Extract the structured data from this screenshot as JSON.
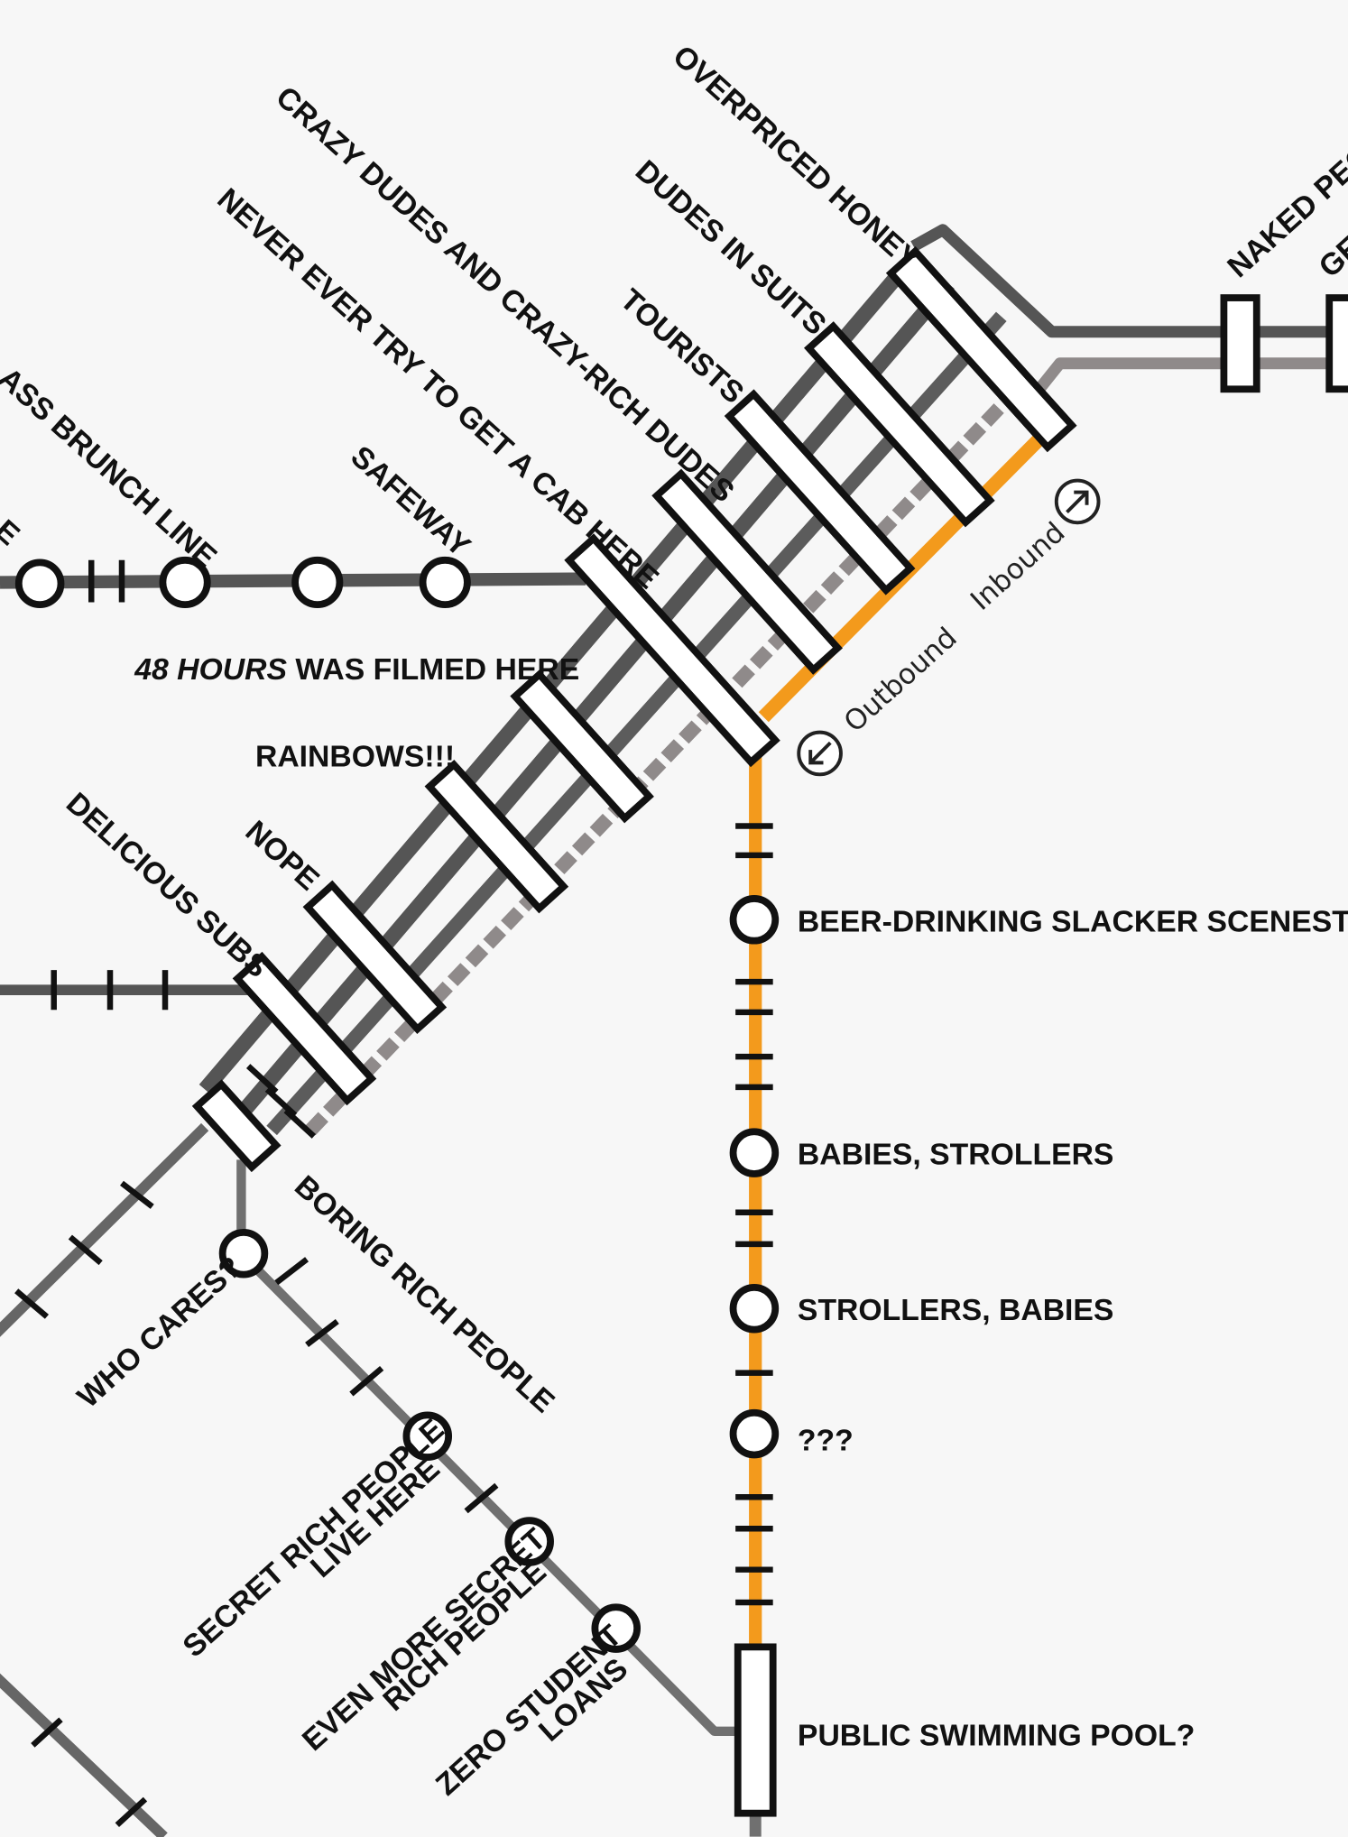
{
  "colors": {
    "background": "#f7f7f7",
    "track_dark": "#555555",
    "track_mid": "#707070",
    "track_light": "#8f8a8a",
    "orange_line": "#f39a1c",
    "ink": "#111111"
  },
  "direction": {
    "inbound": "Inbound",
    "outbound": "Outbound",
    "inbound_icon": "arrow-up-right-circle",
    "outbound_icon": "arrow-down-left-circle"
  },
  "stations": {
    "overpriced_honey": "OVERPRICED HONEY",
    "dudes_in_suits": "DUDES IN SUITS",
    "tourists": "TOURISTS",
    "crazy_dudes": "CRAZY DUDES AND CRAZY-RICH DUDES",
    "never_cab": "NEVER EVER TRY TO GET A CAB HERE",
    "naked_people": "NAKED PEOPL",
    "get": "GET",
    "brunch_line": "ASS BRUNCH LINE",
    "edge_e": "E",
    "safeway": "SAFEWAY",
    "hours_em": "48 HOURS",
    "hours_rest": " WAS FILMED HERE",
    "rainbows": "RAINBOWS!!!",
    "nope": "NOPE",
    "delicious_subs": "DELICIOUS SUBS",
    "beer_drinking": "BEER-DRINKING SLACKER SCENESTERS",
    "babies_strollers": "BABIES, STROLLERS",
    "strollers_babies": "STROLLERS, BABIES",
    "question": "???",
    "boring_rich": "BORING RICH PEOPLE",
    "who_cares": "WHO CARES?",
    "secret_rich_1": "SECRET RICH PEOPLE",
    "secret_rich_2": "LIVE HERE",
    "more_secret_1": "EVEN MORE SECRET",
    "more_secret_2": "RICH PEOPLE",
    "zero_loans_1": "ZERO STUDENT",
    "zero_loans_2": "LOANS",
    "pool": "PUBLIC SWIMMING POOL?"
  }
}
